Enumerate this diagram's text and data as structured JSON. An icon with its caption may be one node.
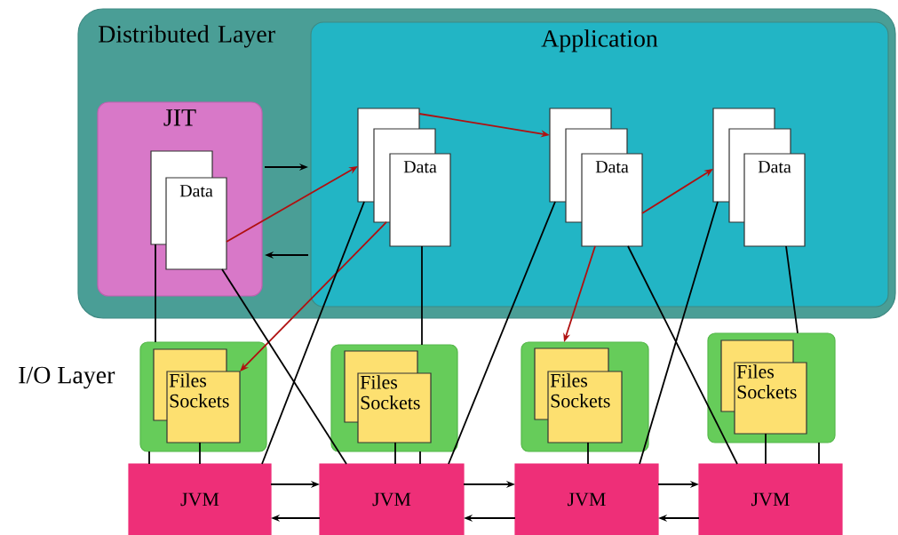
{
  "diagram": {
    "nodes": [
      {
        "text": [
          "Distributed Layer"
        ]
      },
      {
        "text": [
          "Application"
        ],
        "in": 0
      },
      {
        "text": [
          "JIT"
        ],
        "in": 0
      },
      {
        "text": [],
        "shape": "box",
        "in": 2
      },
      {
        "text": [
          "Data"
        ],
        "in": 2
      },
      {
        "text": [],
        "shape": "box",
        "in": 1
      },
      {
        "text": [],
        "shape": "box",
        "in": 1
      },
      {
        "text": [
          "Data"
        ],
        "in": 1
      },
      {
        "text": [],
        "shape": "box",
        "in": 1
      },
      {
        "text": [],
        "shape": "box",
        "in": 1
      },
      {
        "text": [
          "Data"
        ],
        "in": 1
      },
      {
        "text": [],
        "shape": "box",
        "in": 1
      },
      {
        "text": [],
        "shape": "box",
        "in": 1
      },
      {
        "text": [
          "Data"
        ],
        "in": 1
      },
      {
        "text": [],
        "shape": "box"
      },
      {
        "text": [],
        "shape": "box",
        "in": 14
      },
      {
        "text": [
          "Files Sockets"
        ],
        "in": 14
      },
      {
        "text": [],
        "shape": "box"
      },
      {
        "text": [],
        "shape": "box",
        "in": 17
      },
      {
        "text": [
          "Files Sockets"
        ],
        "in": 17
      },
      {
        "text": [],
        "shape": "box"
      },
      {
        "text": [],
        "shape": "box",
        "in": 20
      },
      {
        "text": [
          "Files Sockets"
        ],
        "in": 20
      },
      {
        "text": [],
        "shape": "box"
      },
      {
        "text": [],
        "shape": "box",
        "in": 23
      },
      {
        "text": [
          "Files Sockets"
        ],
        "in": 23
      },
      {
        "text": [
          "JVM"
        ]
      },
      {
        "text": [
          "JVM"
        ]
      },
      {
        "text": [
          "JVM"
        ]
      },
      {
        "text": [
          "JVM"
        ]
      }
    ],
    "edges": [
      {
        "from": 2,
        "to": 1,
        "arrow": "to"
      },
      {
        "from": 1,
        "to": 2,
        "arrow": "to"
      },
      {
        "from": 4,
        "to": 5,
        "arrow": "to",
        "color": "#b01010"
      },
      {
        "from": 5,
        "to": 8,
        "arrow": "to",
        "color": "#b01010"
      },
      {
        "from": 10,
        "to": 11,
        "arrow": "to",
        "color": "#b01010"
      },
      {
        "from": 6,
        "to": 16,
        "arrow": "to",
        "color": "#b01010"
      },
      {
        "from": 10,
        "to": 20,
        "arrow": "to",
        "color": "#b01010"
      },
      {
        "from": 3,
        "to": 14,
        "arrow": "none"
      },
      {
        "from": 14,
        "to": 26,
        "arrow": "none"
      },
      {
        "from": 16,
        "to": 26,
        "arrow": "none"
      },
      {
        "from": 4,
        "to": 27,
        "arrow": "none"
      },
      {
        "from": 5,
        "to": 26,
        "arrow": "none"
      },
      {
        "from": 7,
        "to": 17,
        "arrow": "none"
      },
      {
        "from": 17,
        "to": 27,
        "arrow": "none"
      },
      {
        "from": 19,
        "to": 27,
        "arrow": "none"
      },
      {
        "from": 8,
        "to": 27,
        "arrow": "none"
      },
      {
        "from": 10,
        "to": 29,
        "arrow": "none"
      },
      {
        "from": 11,
        "to": 28,
        "arrow": "none"
      },
      {
        "from": 13,
        "to": 23,
        "arrow": "none"
      },
      {
        "from": 25,
        "to": 29,
        "arrow": "none"
      },
      {
        "from": 23,
        "to": 29,
        "arrow": "none"
      },
      {
        "from": 22,
        "to": 28,
        "arrow": "none"
      },
      {
        "from": 26,
        "to": 27,
        "arrow": "to"
      },
      {
        "from": 27,
        "to": 26,
        "arrow": "to"
      },
      {
        "from": 27,
        "to": 28,
        "arrow": "to"
      },
      {
        "from": 28,
        "to": 27,
        "arrow": "to"
      },
      {
        "from": 28,
        "to": 29,
        "arrow": "to"
      },
      {
        "from": 29,
        "to": 28,
        "arrow": "to"
      }
    ],
    "labels": [
      "I/O Layer"
    ]
  }
}
